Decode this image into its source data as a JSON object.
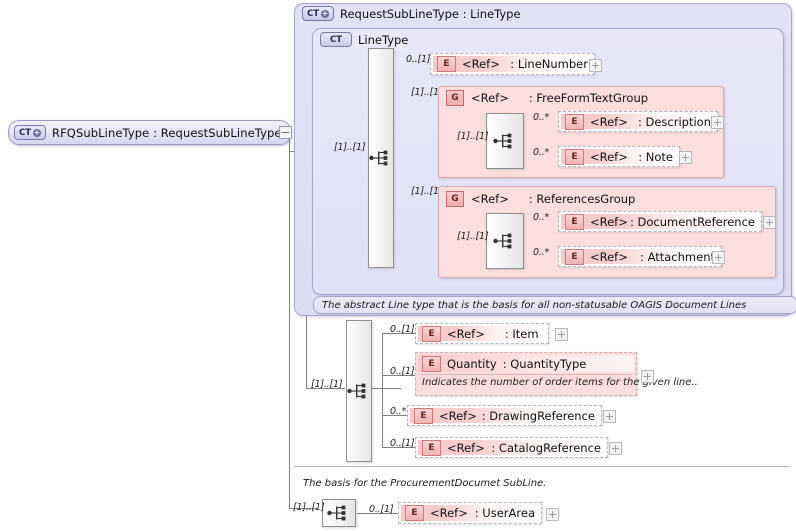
{
  "diagram": {
    "kind": "xsd-schema-diagram",
    "root": {
      "badge": "CT",
      "badge_icon": "complex-type-expandable-icon",
      "label": "RFQSubLineType : RequestSubLineType"
    },
    "outer_type": {
      "badge": "CT",
      "badge_icon": "complex-type-expandable-icon",
      "label": "RequestSubLineType : LineType"
    },
    "inner_type": {
      "badge": "CT",
      "badge_icon": "complex-type-icon",
      "label": "LineType",
      "annotation": "The abstract Line type that is the basis for all non-statusable OAGIS Document Lines"
    },
    "outer_annotation": "The basis for the ProcurementDocumet SubLine.",
    "linetype_children": [
      {
        "card": "0..[1]",
        "badge": "E",
        "name": "<Ref>",
        "type": ": LineNumber",
        "expander": "+"
      }
    ],
    "groups": [
      {
        "card": "[1]..[1]",
        "badge": "G",
        "name": "<Ref>",
        "type": ": FreeFormTextGroup",
        "inner_card": "[1]..[1]",
        "children": [
          {
            "card": "0..*",
            "badge": "E",
            "name": "<Ref>",
            "type": ": Description",
            "expander": "+"
          },
          {
            "card": "0..*",
            "badge": "E",
            "name": "<Ref>",
            "type": ": Note",
            "expander": "+"
          }
        ]
      },
      {
        "card": "[1]..[1]",
        "badge": "G",
        "name": "<Ref>",
        "type": ": ReferencesGroup",
        "inner_card": "[1]..[1]",
        "children": [
          {
            "card": "0..*",
            "badge": "E",
            "name": "<Ref>",
            "type": ": DocumentReference",
            "expander": "+"
          },
          {
            "card": "0..*",
            "badge": "E",
            "name": "<Ref>",
            "type": ": Attachment",
            "expander": "+"
          }
        ]
      }
    ],
    "sublinetype_children": [
      {
        "card": "0..[1]",
        "badge": "E",
        "name": "<Ref>",
        "type": ": Item",
        "expander": "+"
      },
      {
        "card": "0..[1]",
        "badge": "E",
        "name": "Quantity",
        "type": ": QuantityType",
        "expander": "+",
        "doc": "Indicates the number of order items for the given line.."
      },
      {
        "card": "0..*",
        "badge": "E",
        "name": "<Ref>",
        "type": ": DrawingReference",
        "expander": "+"
      },
      {
        "card": "0..[1]",
        "badge": "E",
        "name": "<Ref>",
        "type": ": CatalogReference",
        "expander": "+"
      }
    ],
    "user_area": {
      "card": "0..[1]",
      "badge": "E",
      "name": "<Ref>",
      "type": ": UserArea",
      "expander": "+"
    },
    "root_sequence_card": "[1]..[1]",
    "linetype_sequence_card": "[1]..[1]",
    "sublinetype_sequence_card": "[1]..[1]",
    "colors": {
      "panel_border": "#a6a6cd",
      "panel_fill": "#e2e2f7",
      "group_fill": "#fbdede",
      "group_border": "#dba9a9",
      "element_pink": "#f7c9c9",
      "badge_ct": "#c9c9e8",
      "line": "#808080",
      "canvas": "#ffffff"
    }
  }
}
